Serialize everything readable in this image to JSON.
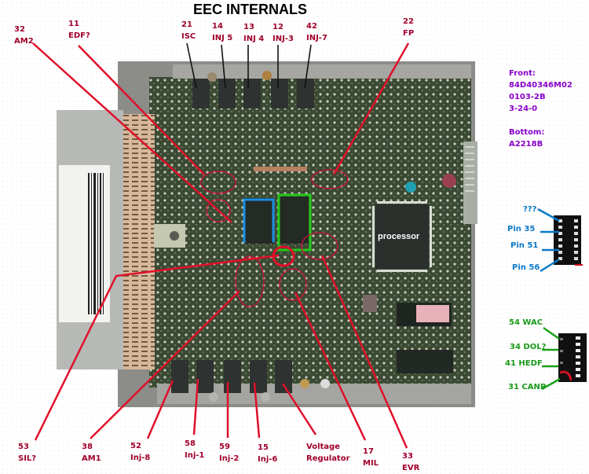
{
  "title": "EEC INTERNALS",
  "components": {
    "processor_label": "processor"
  },
  "labels": {
    "am2": {
      "pin": "32",
      "name": "AM2"
    },
    "edf": {
      "pin": "11",
      "name": "EDF?"
    },
    "isc": {
      "pin": "21",
      "name": "ISC"
    },
    "inj5": {
      "pin": "14",
      "name": "INJ 5"
    },
    "inj4": {
      "pin": "13",
      "name": "INJ 4"
    },
    "inj3": {
      "pin": "12",
      "name": "INJ-3"
    },
    "inj7": {
      "pin": "42",
      "name": "INJ-7"
    },
    "fp": {
      "pin": "22",
      "name": "FP"
    },
    "sil": {
      "pin": "53",
      "name": "SIL?"
    },
    "am1": {
      "pin": "38",
      "name": "AM1"
    },
    "inj8": {
      "pin": "52",
      "name": "Inj-8"
    },
    "inj1": {
      "pin": "58",
      "name": "Inj-1"
    },
    "inj2": {
      "pin": "59",
      "name": "Inj-2"
    },
    "inj6": {
      "pin": "15",
      "name": "Inj-6"
    },
    "vreg": {
      "line1": "Voltage",
      "line2": "Regulator"
    },
    "mil": {
      "pin": "17",
      "name": "MIL"
    },
    "evr": {
      "pin": "33",
      "name": "EVR"
    }
  },
  "part_info": {
    "front_label": "Front:",
    "front_lines": [
      "84D40346M02",
      "0103-2B",
      "3-24-0"
    ],
    "bottom_label": "Bottom:",
    "bottom_line": "A2218B"
  },
  "blue_chip_pins": [
    "???",
    "Pin 35",
    "Pin 51",
    "Pin 56"
  ],
  "green_chip_pins": [
    "54 WAC",
    "34 DOL?",
    "41 HEDF",
    "31 CANP"
  ],
  "colors": {
    "label_red": "#a0002a",
    "callout_line": "#e0102a",
    "part_info": "#8800c8",
    "blue_highlight": "#1a8ee6",
    "green_highlight": "#22c81a"
  }
}
